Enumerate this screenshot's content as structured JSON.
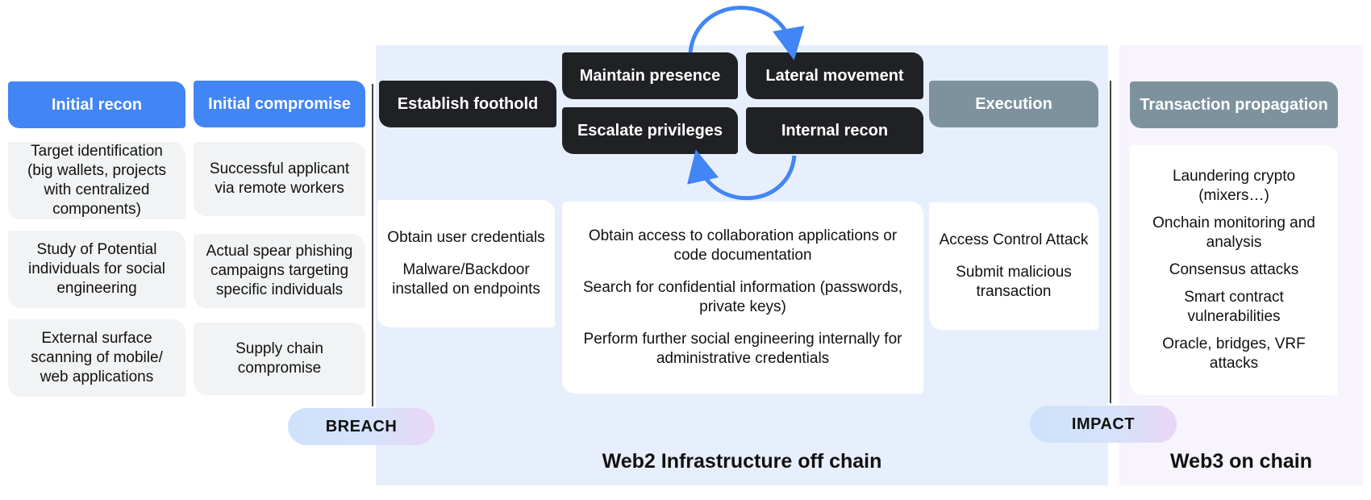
{
  "colors": {
    "blue_header": "#4285f4",
    "dark_header": "#202124",
    "gray_header": "#7e929e",
    "web2_zone": "#e8effc",
    "web3_zone": "#f7f4fd",
    "arrow": "#4285f4"
  },
  "columns": {
    "initial_recon": {
      "header": "Initial recon",
      "items": [
        "Target identification (big wallets, projects with centralized components)",
        "Study of Potential individuals for social engineering",
        "External surface scanning of mobile/ web applications"
      ]
    },
    "initial_compromise": {
      "header": "Initial compromise",
      "items": [
        "Successful applicant via remote workers",
        "Actual spear phishing campaigns targeting specific individuals",
        "Supply chain compromise"
      ]
    },
    "establish_foothold": {
      "header": "Establish foothold",
      "items": [
        "Obtain user credentials",
        "Malware/Backdoor installed on endpoints"
      ]
    },
    "cycle": {
      "maintain_presence": "Maintain presence",
      "lateral_movement": "Lateral movement",
      "escalate_privileges": "Escalate privileges",
      "internal_recon": "Internal recon",
      "items": [
        "Obtain access to collaboration applications or code documentation",
        "Search for  confidential information (passwords, private keys)",
        "Perform further social engineering internally for administrative credentials"
      ]
    },
    "execution": {
      "header": "Execution",
      "items": [
        "Access Control Attack",
        "Submit malicious transaction"
      ]
    },
    "transaction_propagation": {
      "header": "Transaction propagation",
      "items": [
        "Laundering crypto (mixers…)",
        "Onchain monitoring and analysis",
        "Consensus attacks",
        "Smart  contract vulnerabilities",
        "Oracle, bridges, VRF attacks"
      ]
    }
  },
  "phases": {
    "breach": "BREACH",
    "impact": "IMPACT"
  },
  "zones": {
    "web2": "Web2 Infrastructure off chain",
    "web3": "Web3 on chain"
  }
}
